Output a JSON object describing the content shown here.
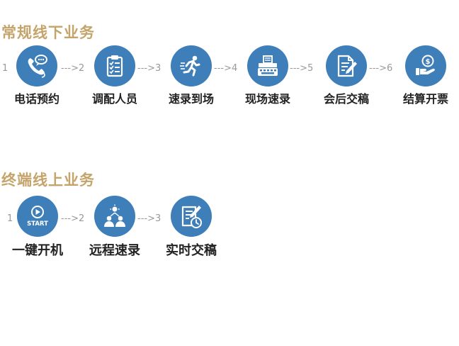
{
  "colors": {
    "title": "#c4a46a",
    "circle": "#3e7eb9",
    "label": "#222222",
    "connector": "#999999"
  },
  "section1": {
    "title": "常规线下业务",
    "first_num": "1",
    "steps": [
      {
        "label": "电话预约",
        "icon": "phone-chat-icon"
      },
      {
        "label": "调配人员",
        "icon": "clipboard-checklist-icon"
      },
      {
        "label": "速录到场",
        "icon": "running-person-icon"
      },
      {
        "label": "现场速录",
        "icon": "typewriter-icon"
      },
      {
        "label": "会后交稿",
        "icon": "document-edit-icon"
      },
      {
        "label": "结算开票",
        "icon": "hand-coin-icon"
      }
    ],
    "connectors": [
      "--->2",
      "--->3",
      "--->4",
      "--->5",
      "--->6"
    ]
  },
  "section2": {
    "title": "终端线上业务",
    "first_num": "1",
    "steps": [
      {
        "label": "一键开机",
        "icon": "play-start-icon",
        "icon_text": "START"
      },
      {
        "label": "远程速录",
        "icon": "team-network-icon"
      },
      {
        "label": "实时交稿",
        "icon": "document-clock-icon"
      }
    ],
    "connectors": [
      "--->2",
      "--->3"
    ]
  }
}
